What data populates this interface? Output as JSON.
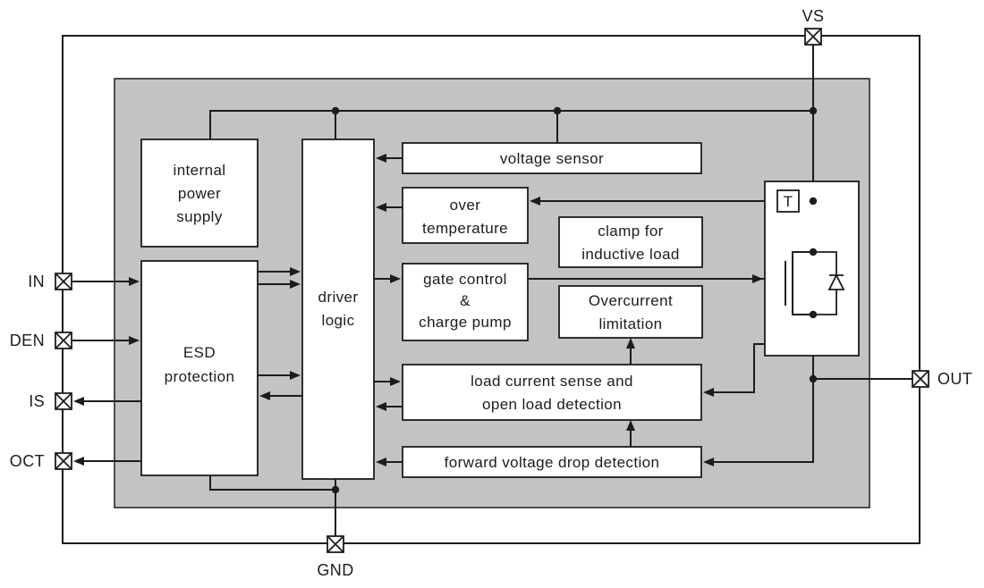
{
  "colors": {
    "background": "#ffffff",
    "inner_fill": "#c3c3c3",
    "line": "#1c1c1c",
    "block_fill": "#ffffff"
  },
  "pins": {
    "vs": "VS",
    "in": "IN",
    "den": "DEN",
    "is": "IS",
    "oct": "OCT",
    "out": "OUT",
    "gnd": "GND"
  },
  "blocks": {
    "internal_power_supply": [
      "internal",
      "power",
      "supply"
    ],
    "esd_protection": [
      "ESD",
      "protection"
    ],
    "driver_logic": [
      "driver",
      "logic"
    ],
    "voltage_sensor": [
      "voltage sensor"
    ],
    "over_temperature": [
      "over",
      "temperature"
    ],
    "gate_control_charge_pump": [
      "gate control",
      "&",
      "charge pump"
    ],
    "clamp_inductive_load": [
      "clamp for",
      "inductive load"
    ],
    "overcurrent_limitation": [
      "Overcurrent",
      "limitation"
    ],
    "load_current_sense": [
      "load current sense and",
      "open load detection"
    ],
    "forward_voltage_drop": [
      "forward voltage drop detection"
    ],
    "temp_sensor": [
      "T"
    ]
  }
}
